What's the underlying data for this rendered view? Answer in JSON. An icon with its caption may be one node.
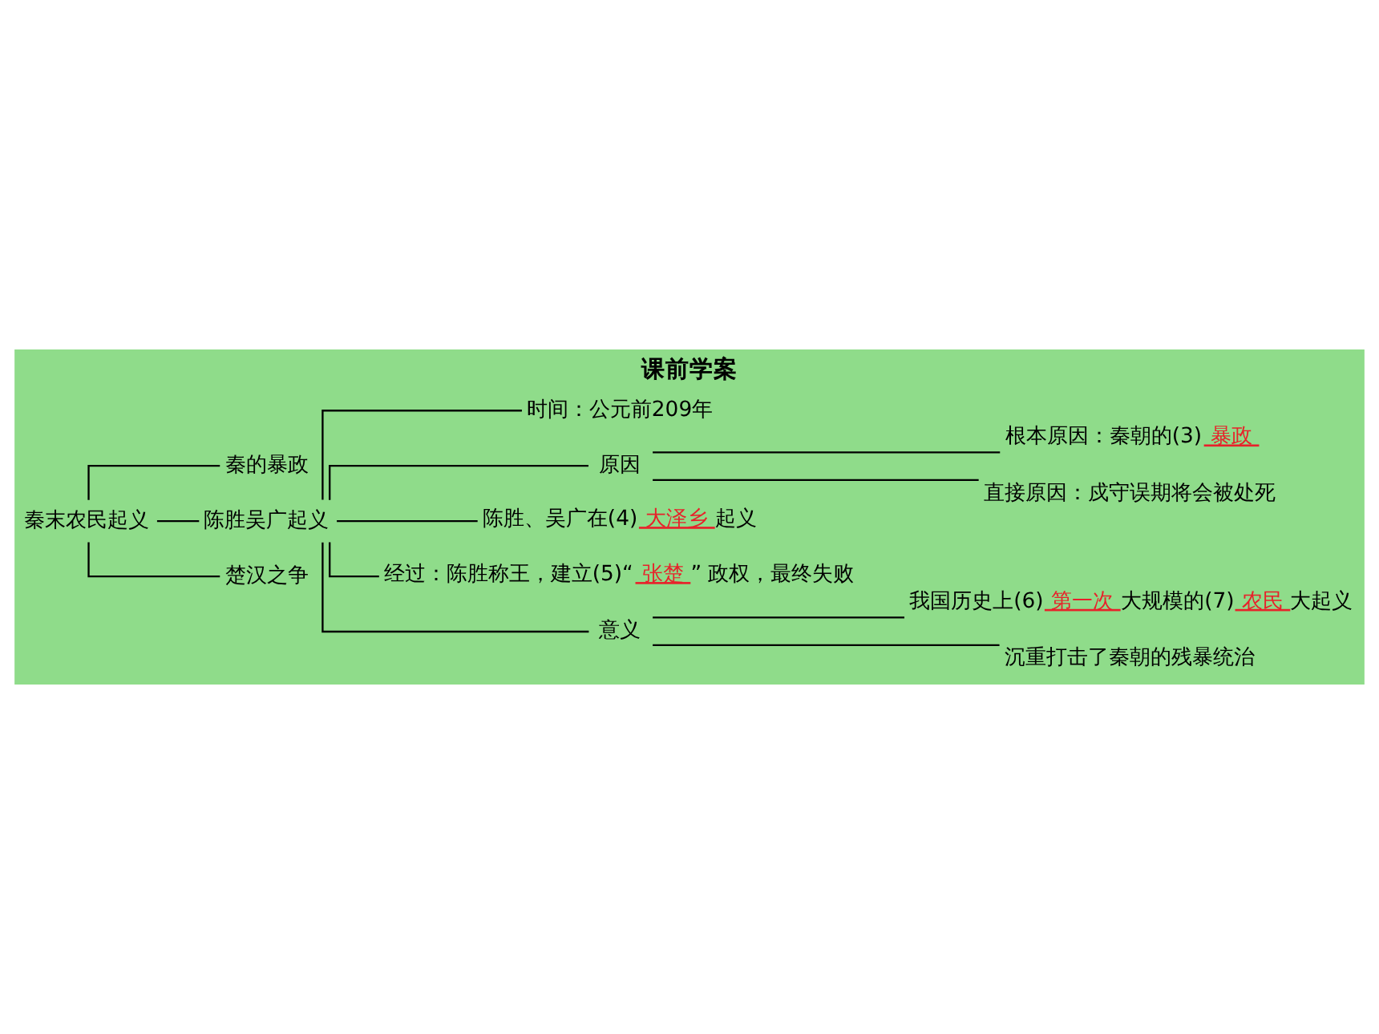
{
  "diagram": {
    "title": "课前学案",
    "nodes": [
      {
        "text": [
          "秦末农民起义"
        ]
      },
      {
        "text": [
          "秦的暴政"
        ]
      },
      {
        "text": [
          "陈胜吴广起义"
        ]
      },
      {
        "text": [
          "时间：公元前209年"
        ]
      },
      {
        "text": [
          "原因"
        ]
      },
      {
        "text": [
          "根本原因：秦朝的(3)",
          "暴政"
        ]
      },
      {
        "text": [
          "直接原因：戍守误期将会被处死"
        ]
      },
      {
        "text": [
          "陈胜、吴广在(4)",
          "大泽乡",
          "起义"
        ]
      },
      {
        "text": [
          "经过：陈胜称王，建立(5)“",
          "张楚",
          "” 政权，最终失败"
        ]
      },
      {
        "text": [
          "意义"
        ]
      },
      {
        "text": [
          "我国历史上(6)",
          "第一次",
          "大规模的(7)",
          "农民",
          "大起义"
        ]
      },
      {
        "text": [
          "沉重打击了秦朝的残暴统治"
        ]
      },
      {
        "text": [
          "楚汉之争"
        ]
      }
    ],
    "edges": [
      {
        "from": 0,
        "to": 1,
        "arrow": "none"
      },
      {
        "from": 0,
        "to": 2,
        "arrow": "none"
      },
      {
        "from": 0,
        "to": 12,
        "arrow": "none"
      },
      {
        "from": 2,
        "to": 3,
        "arrow": "none"
      },
      {
        "from": 2,
        "to": 4,
        "arrow": "none"
      },
      {
        "from": 2,
        "to": 7,
        "arrow": "none"
      },
      {
        "from": 2,
        "to": 8,
        "arrow": "none"
      },
      {
        "from": 2,
        "to": 9,
        "arrow": "none"
      },
      {
        "from": 4,
        "to": 5,
        "arrow": "none"
      },
      {
        "from": 4,
        "to": 6,
        "arrow": "none"
      },
      {
        "from": 9,
        "to": 10,
        "arrow": "none"
      },
      {
        "from": 9,
        "to": 11,
        "arrow": "none"
      }
    ]
  }
}
